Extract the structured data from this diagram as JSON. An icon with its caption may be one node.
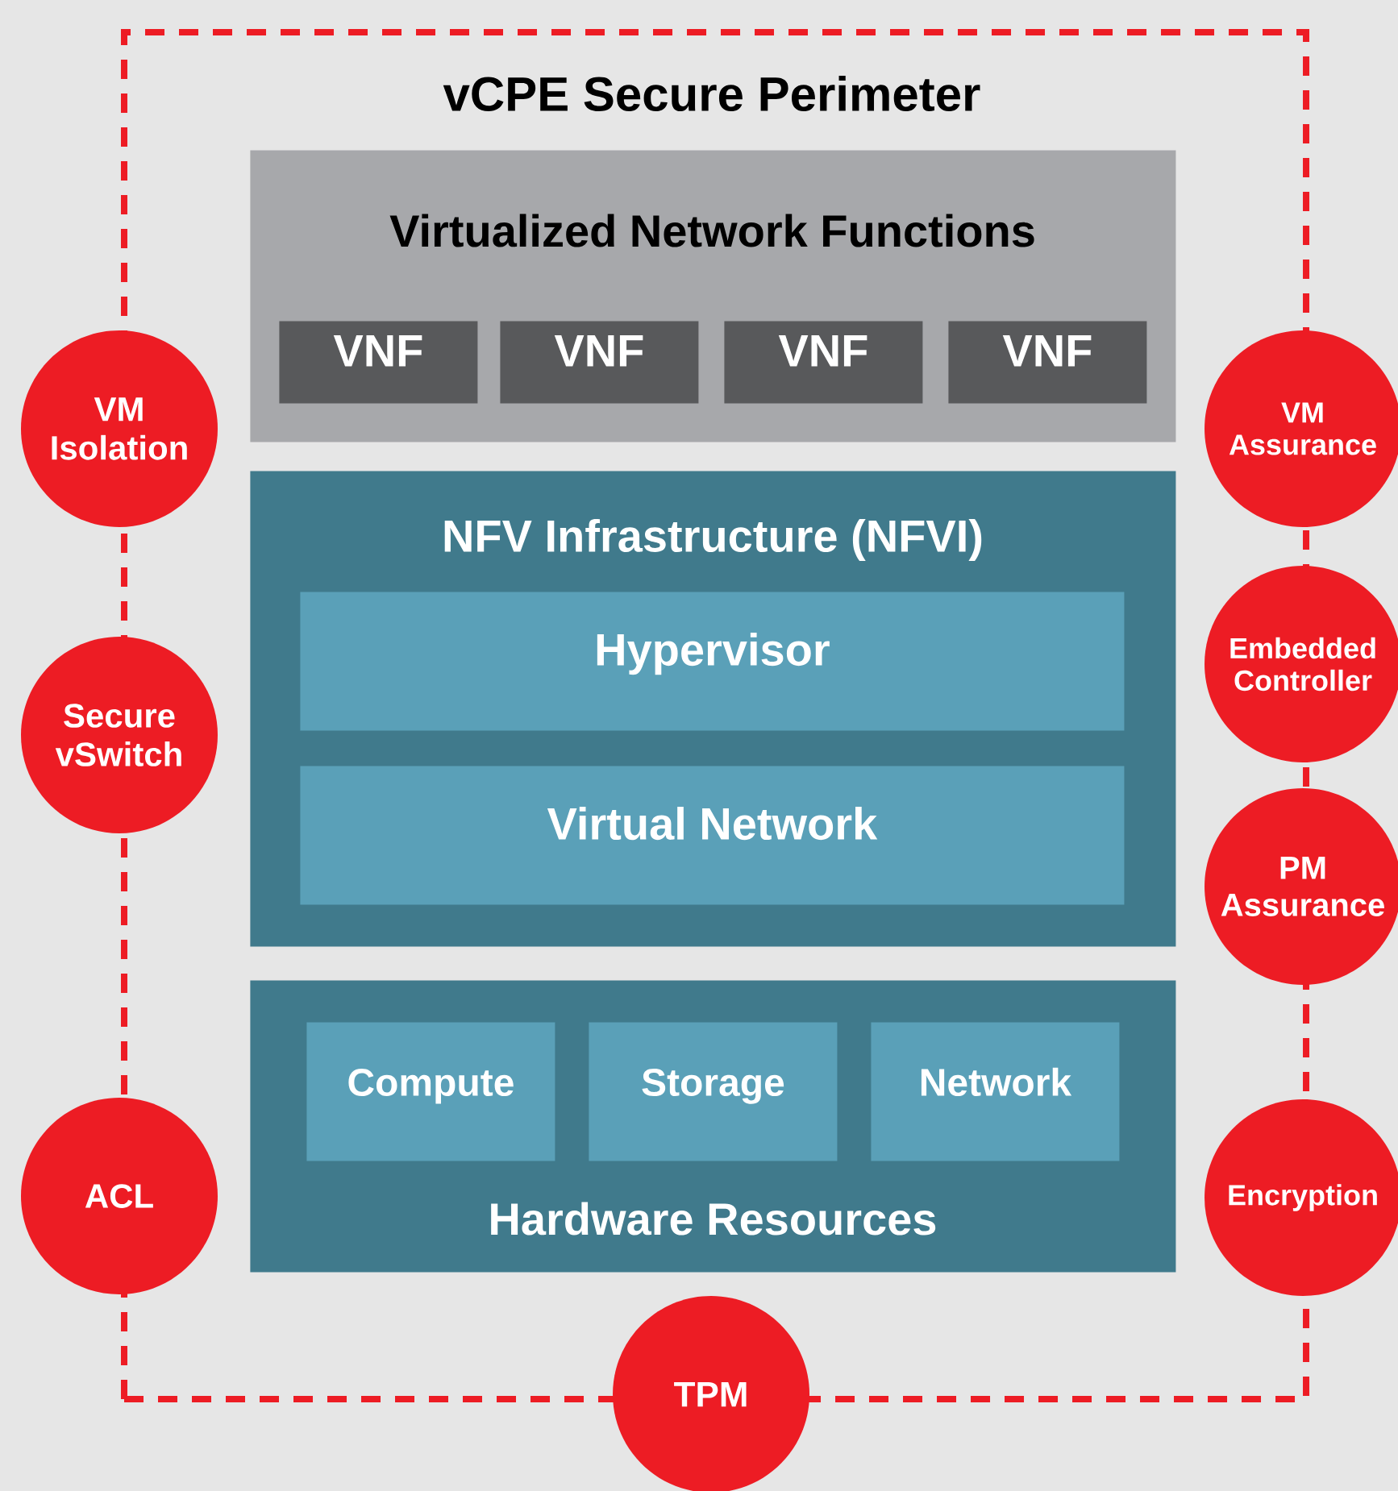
{
  "diagram": {
    "nodes": [
      {
        "text": [
          "vCPE Secure Perimeter"
        ]
      },
      {
        "text": [
          "Virtualized Network Functions"
        ],
        "in": 0
      },
      {
        "text": [
          "VNF"
        ],
        "in": 1
      },
      {
        "text": [
          "VNF"
        ],
        "in": 1
      },
      {
        "text": [
          "VNF"
        ],
        "in": 1
      },
      {
        "text": [
          "VNF"
        ],
        "in": 1
      },
      {
        "text": [
          "NFV Infrastructure (NFVI)"
        ],
        "in": 0
      },
      {
        "text": [
          "Hypervisor"
        ],
        "in": 6
      },
      {
        "text": [
          "Virtual Network"
        ],
        "in": 6
      },
      {
        "text": [
          "Hardware Resources"
        ],
        "in": 0
      },
      {
        "text": [
          "Compute"
        ],
        "in": 9
      },
      {
        "text": [
          "Storage"
        ],
        "in": 9
      },
      {
        "text": [
          "Network"
        ],
        "in": 9
      },
      {
        "text": [
          "VM Isolation"
        ]
      },
      {
        "text": [
          "Secure vSwitch"
        ]
      },
      {
        "text": [
          "ACL"
        ]
      },
      {
        "text": [
          "VM Assurance"
        ]
      },
      {
        "text": [
          "Embedded Controller"
        ]
      },
      {
        "text": [
          "PM Assurance"
        ]
      },
      {
        "text": [
          "Encryption"
        ]
      },
      {
        "text": [
          "TPM"
        ]
      }
    ]
  }
}
